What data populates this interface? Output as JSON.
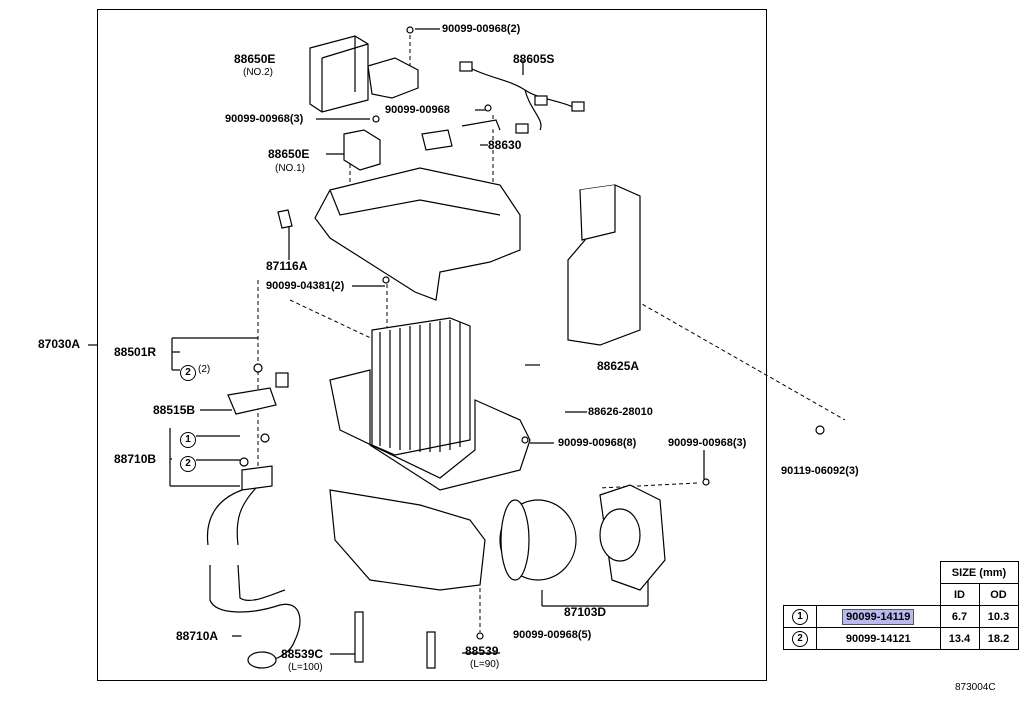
{
  "labels": {
    "l_90099_00968_2": "90099-00968(2)",
    "l_88650e_no2": "88650E",
    "l_no2": "(NO.2)",
    "l_88605s": "88605S",
    "l_90099_00968_3a": "90099-00968(3)",
    "l_90099_00968": "90099-00968",
    "l_88630": "88630",
    "l_88650e_no1": "88650E",
    "l_no1": "(NO.1)",
    "l_87116a": "87116A",
    "l_90099_04381_2": "90099-04381(2)",
    "l_87030a": "87030A",
    "l_88501r": "88501R",
    "l_2x2": "(2)",
    "l_88625a": "88625A",
    "l_88515b": "88515B",
    "l_88626_28010": "88626-28010",
    "l_90099_00968_8": "90099-00968(8)",
    "l_90099_00968_3b": "90099-00968(3)",
    "l_90119_06092_3": "90119-06092(3)",
    "l_88710b": "88710B",
    "l_87103d": "87103D",
    "l_88710a": "88710A",
    "l_88539c": "88539C",
    "l_l100": "(L=100)",
    "l_88539": "88539",
    "l_l90": "(L=90)",
    "l_90099_00968_5": "90099-00968(5)",
    "circle_1": "1",
    "circle_2": "2"
  },
  "size_table": {
    "header": "SIZE (mm)",
    "col_id": "ID",
    "col_od": "OD",
    "rows": [
      {
        "mark": "1",
        "part": "90099-14119",
        "id": "6.7",
        "od": "10.3",
        "highlighted": true
      },
      {
        "mark": "2",
        "part": "90099-14121",
        "id": "13.4",
        "od": "18.2",
        "highlighted": false
      }
    ]
  },
  "figure_code": "873004C",
  "colors": {
    "highlight": "#b9b9f2",
    "line": "#000000"
  }
}
